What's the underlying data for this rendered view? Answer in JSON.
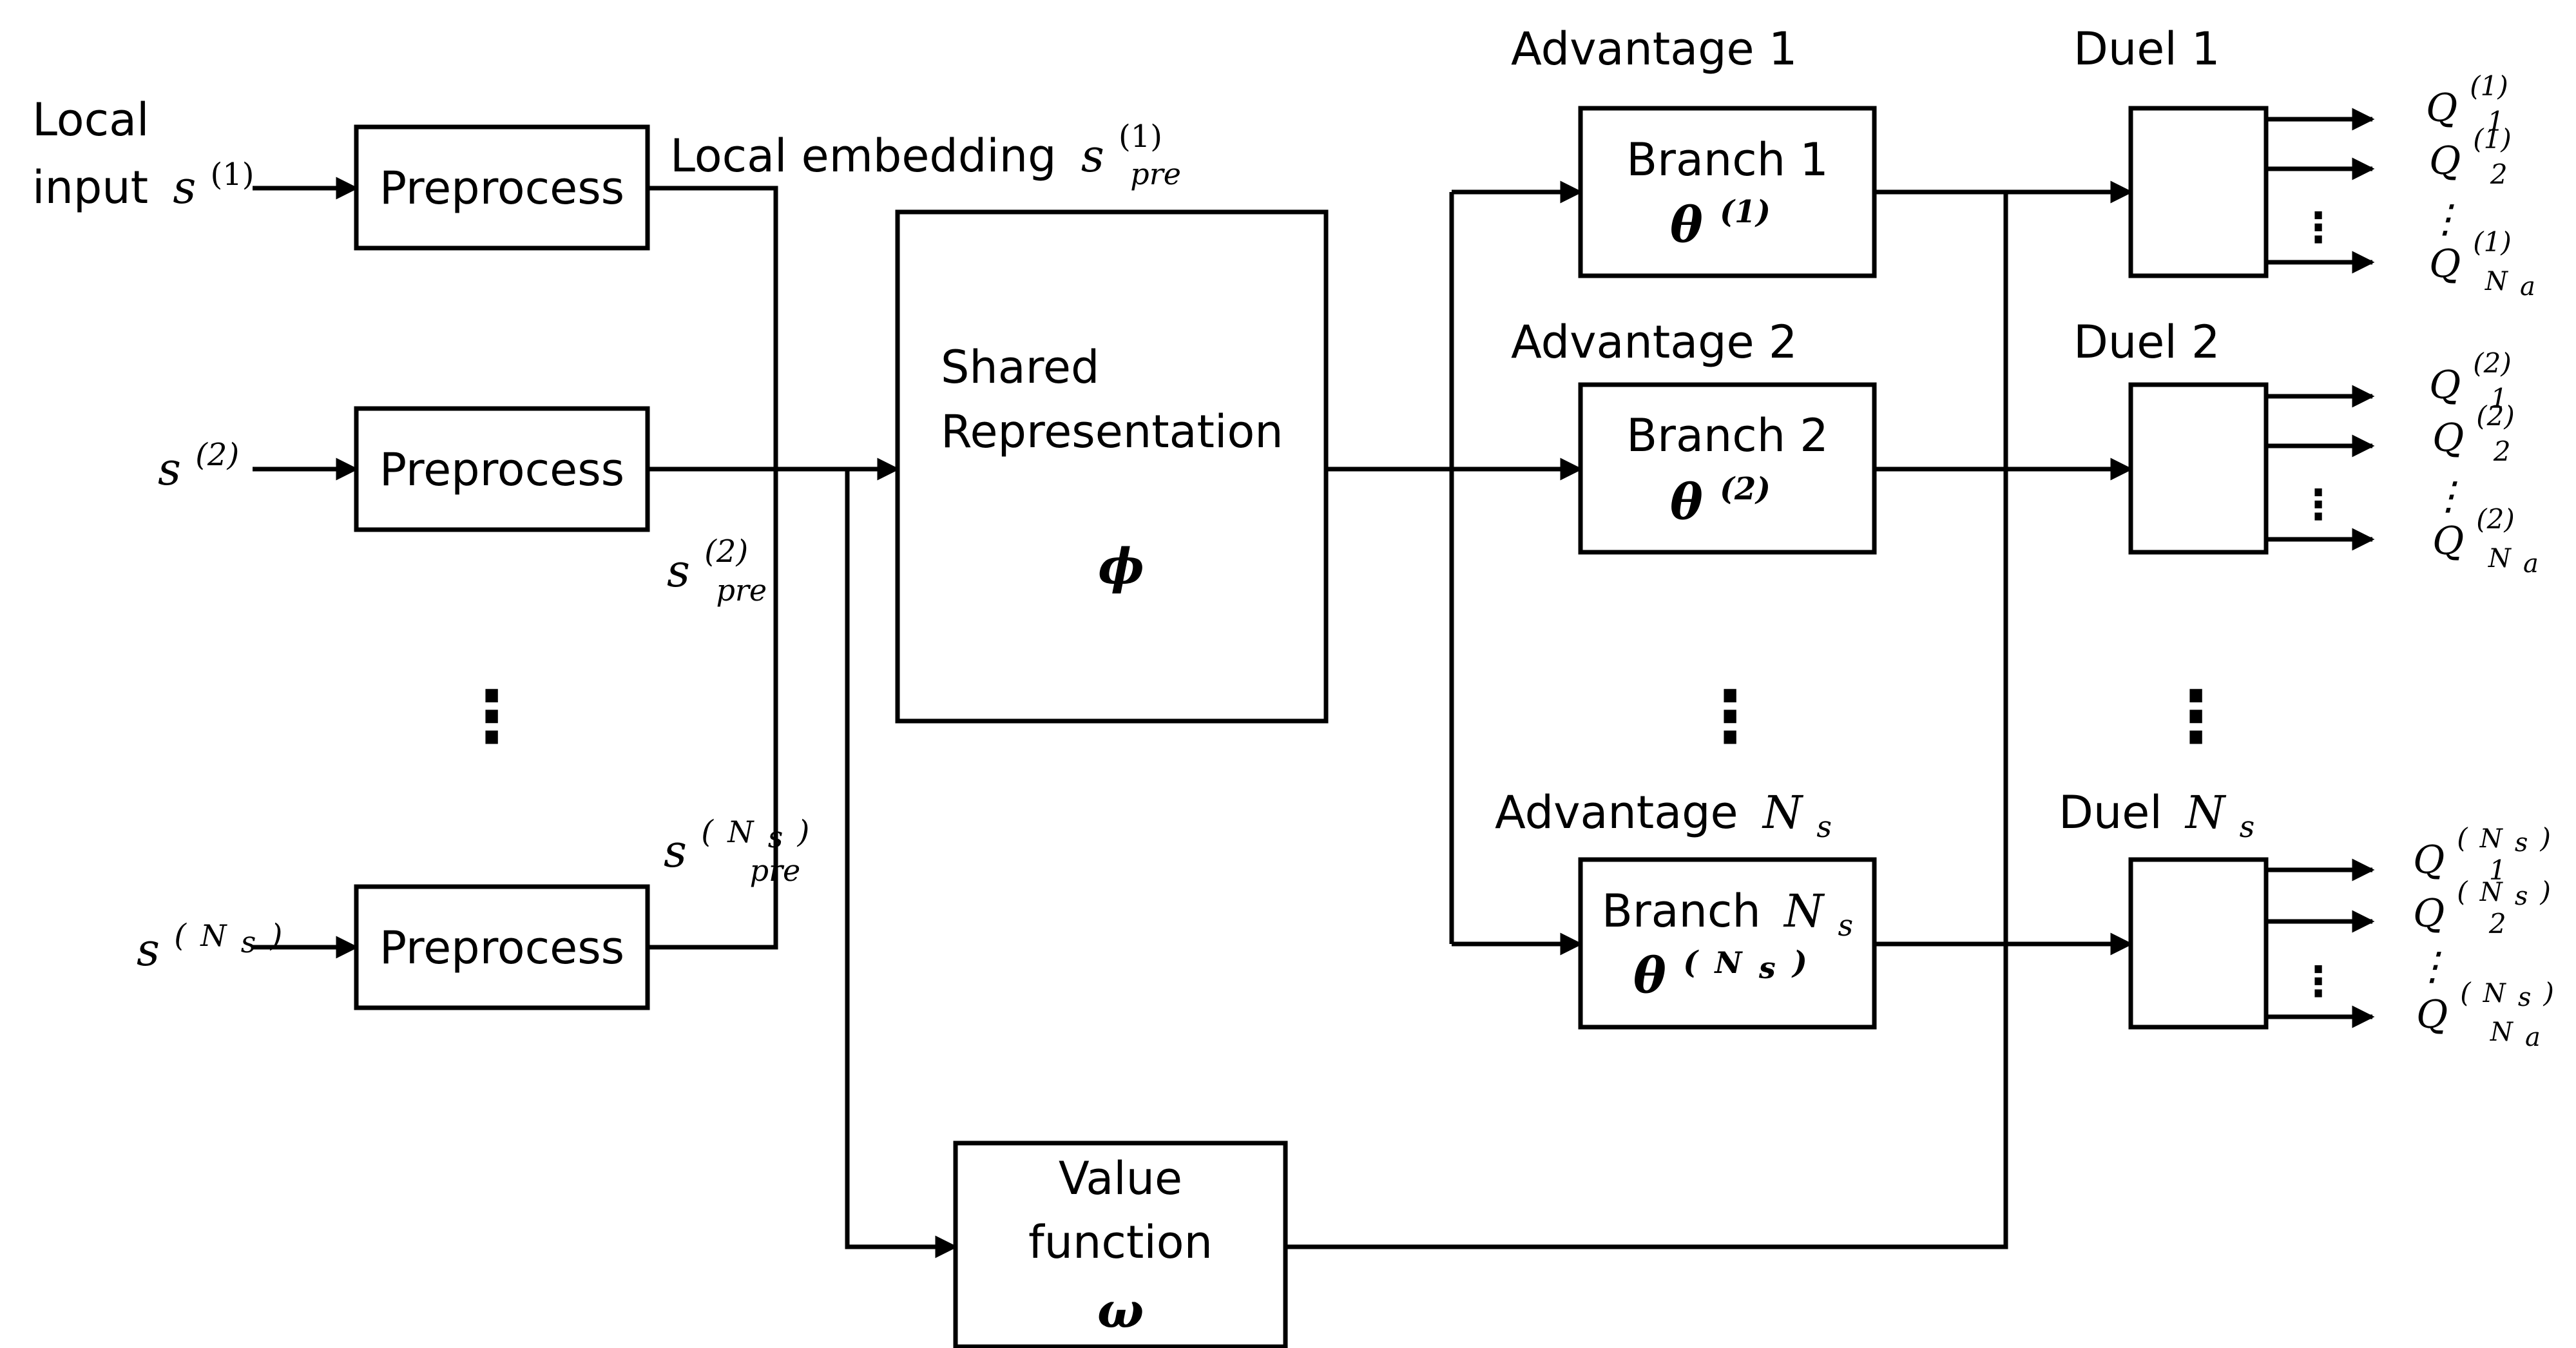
{
  "inputs": {
    "local_input_line1": "Local",
    "local_input_line2": "input",
    "s": "s",
    "sup_1": "(1)",
    "sup_2": "(2)",
    "sup_ns_open": "(",
    "sup_ns_N": "N",
    "sup_ns_s": "s",
    "sup_ns_close": ")"
  },
  "preprocess": {
    "label": "Preprocess"
  },
  "embedding": {
    "label": "Local embedding",
    "s": "s",
    "sub": "pre"
  },
  "shared": {
    "line1": "Shared",
    "line2": "Representation",
    "symbol": "ϕ"
  },
  "value": {
    "line1": "Value",
    "line2": "function",
    "symbol": "ω"
  },
  "advantages": {
    "adv1": "Advantage 1",
    "adv2": "Advantage 2",
    "adv_ns_prefix": "Advantage",
    "N": "N",
    "s": "s"
  },
  "branches": {
    "b1": "Branch 1",
    "b2": "Branch 2",
    "bns_prefix": "Branch",
    "theta": "θ",
    "t1": "(1)",
    "t2": "(2)"
  },
  "duels": {
    "d1": "Duel 1",
    "d2": "Duel 2",
    "dns_prefix": "Duel"
  },
  "outputs": {
    "Q": "Q",
    "sub1": "1",
    "sub2": "2",
    "subN": "N",
    "suba": "a",
    "vdots": "⋮"
  },
  "ellipsis": "⋮"
}
